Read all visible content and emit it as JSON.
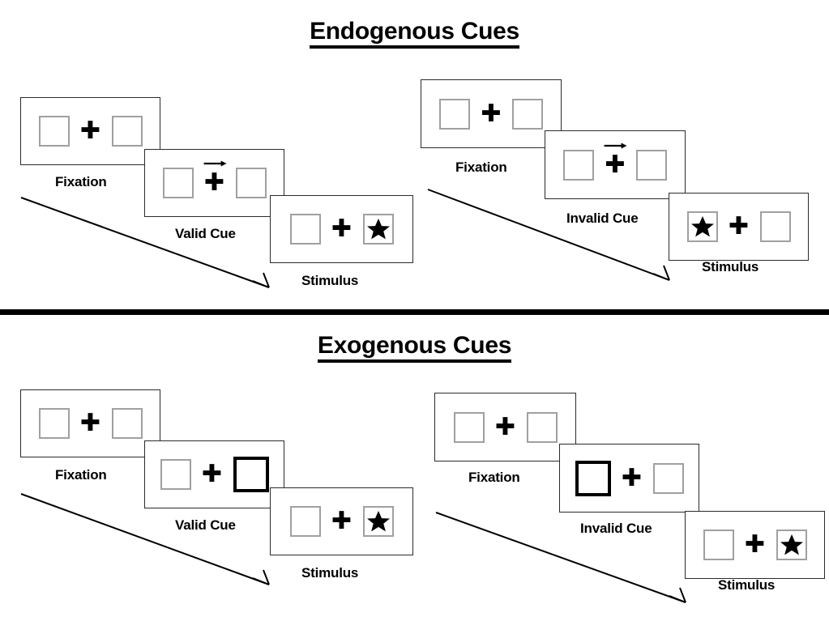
{
  "sections": [
    {
      "id": "endogenous",
      "title": "Endogenous Cues",
      "cue_type": "arrow-cue",
      "trials": [
        {
          "id": "endogenous-valid",
          "validity": "valid",
          "frames": [
            {
              "label": "Fixation",
              "left_box": "empty",
              "right_box": "empty",
              "cue": "none",
              "center": "fixation-cross"
            },
            {
              "label": "Valid Cue",
              "left_box": "empty",
              "right_box": "empty",
              "cue": "arrow-right",
              "center": "fixation-cross"
            },
            {
              "label": "Stimulus",
              "left_box": "empty",
              "right_box": "star",
              "cue": "none",
              "center": "fixation-cross"
            }
          ]
        },
        {
          "id": "endogenous-invalid",
          "validity": "invalid",
          "frames": [
            {
              "label": "Fixation",
              "left_box": "empty",
              "right_box": "empty",
              "cue": "none",
              "center": "fixation-cross"
            },
            {
              "label": "Invalid Cue",
              "left_box": "empty",
              "right_box": "empty",
              "cue": "arrow-right",
              "center": "fixation-cross"
            },
            {
              "label": "Stimulus",
              "left_box": "star",
              "right_box": "empty",
              "cue": "none",
              "center": "fixation-cross"
            }
          ]
        }
      ]
    },
    {
      "id": "exogenous",
      "title": "Exogenous Cues",
      "cue_type": "box-flash-cue",
      "trials": [
        {
          "id": "exogenous-valid",
          "validity": "valid",
          "frames": [
            {
              "label": "Fixation",
              "left_box": "empty",
              "right_box": "empty",
              "cue": "none",
              "center": "fixation-cross"
            },
            {
              "label": "Valid Cue",
              "left_box": "empty",
              "right_box": "highlight",
              "cue": "none",
              "center": "fixation-cross"
            },
            {
              "label": "Stimulus",
              "left_box": "empty",
              "right_box": "star",
              "cue": "none",
              "center": "fixation-cross"
            }
          ]
        },
        {
          "id": "exogenous-invalid",
          "validity": "invalid",
          "frames": [
            {
              "label": "Fixation",
              "left_box": "empty",
              "right_box": "empty",
              "cue": "none",
              "center": "fixation-cross"
            },
            {
              "label": "Invalid Cue",
              "left_box": "highlight",
              "right_box": "empty",
              "cue": "none",
              "center": "fixation-cross"
            },
            {
              "label": "Stimulus",
              "left_box": "empty",
              "right_box": "star",
              "cue": "none",
              "center": "fixation-cross"
            }
          ]
        }
      ]
    }
  ],
  "colors": {
    "background": "#ffffff",
    "frame_border": "#2b2b2b",
    "box_border": "#a0a0a0",
    "highlight_box_border": "#000000",
    "text": "#000000",
    "divider": "#000000",
    "flow_arrow": "#000000"
  },
  "glyphs": {
    "fixation_cross": "✚",
    "star": "★",
    "cue_arrow": "→"
  },
  "flow_arrows": [
    {
      "id": "endogenous-valid-flow",
      "direction": "down-right"
    },
    {
      "id": "endogenous-invalid-flow",
      "direction": "down-right"
    },
    {
      "id": "exogenous-valid-flow",
      "direction": "down-right"
    },
    {
      "id": "exogenous-invalid-flow",
      "direction": "down-right"
    }
  ]
}
